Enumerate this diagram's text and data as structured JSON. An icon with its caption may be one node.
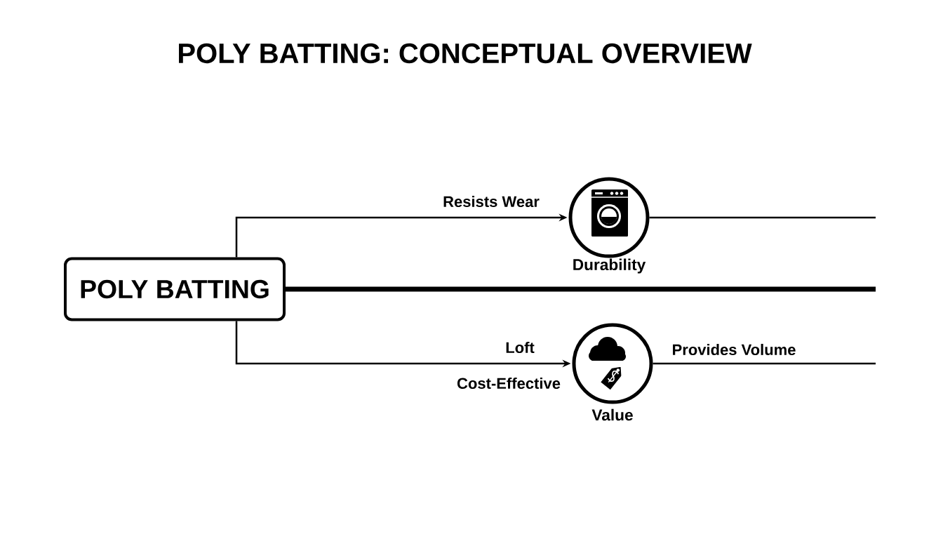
{
  "diagram": {
    "title": "POLY BATTING: CONCEPTUAL OVERVIEW",
    "nodes": [
      {
        "text": [
          "POLY BATTING"
        ]
      },
      {
        "text": [
          "Durability"
        ]
      },
      {
        "text": [
          "Value"
        ]
      }
    ],
    "edges": [
      {
        "from": 0,
        "to": 1,
        "arrow": "to",
        "label": "Resists Wear"
      },
      {
        "from": 1,
        "to": null,
        "arrow": "none"
      },
      {
        "from": 0,
        "to": null,
        "arrow": "none",
        "style": "thick"
      },
      {
        "from": 0,
        "to": 2,
        "arrow": "to",
        "label": "Loft"
      },
      {
        "from": 2,
        "to": null,
        "arrow": "none",
        "label": "Provides Volume"
      }
    ],
    "labels": [
      "Cost-Effective"
    ]
  }
}
